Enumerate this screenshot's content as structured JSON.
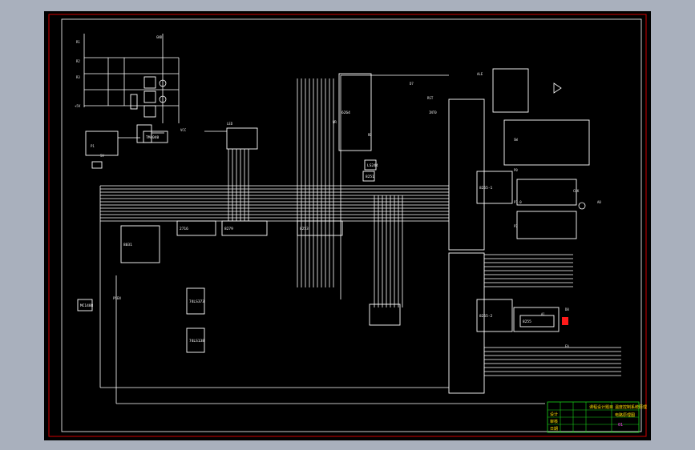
{
  "drawing": {
    "frame_colors": {
      "outer": "#d10000",
      "inner": "#ffffff",
      "background": "#000000",
      "window_bg": "#a9b0bd"
    },
    "accent_colors": {
      "title_text": "#ffe000",
      "title_grid": "#19d419",
      "highlight": "#ff1a1a",
      "magenta": "#ff3df5"
    },
    "chips": [
      {
        "id": "u-8255-1",
        "label": "8255-1"
      },
      {
        "id": "u-8255-2",
        "label": "8255-2"
      },
      {
        "id": "u-8031",
        "label": "8031"
      },
      {
        "id": "u-8279",
        "label": "8279"
      },
      {
        "id": "u-8253",
        "label": "8253"
      },
      {
        "id": "u-2716",
        "label": "2716"
      },
      {
        "id": "u-6264",
        "label": "6264"
      },
      {
        "id": "u-74ls373",
        "label": "74LS373"
      },
      {
        "id": "u-74ls138",
        "label": "74LS138"
      },
      {
        "id": "u-ls244",
        "label": "LS244"
      },
      {
        "id": "u-8251",
        "label": "8251"
      },
      {
        "id": "u-mc1488",
        "label": "MC1488"
      },
      {
        "id": "u-tm4040",
        "label": "TM4040"
      },
      {
        "id": "u-8255-3",
        "label": "8255"
      }
    ],
    "small_labels": [
      "R1",
      "R2",
      "R3",
      "P1",
      "5V",
      "+5V",
      "GND",
      "VCC",
      "LED",
      "SW",
      "P0",
      "P1.0",
      "P2",
      "CLK",
      "A0",
      "A1",
      "D0",
      "D7",
      "RST",
      "INT0",
      "WR",
      "RD",
      "ALE",
      "PSEN",
      "EA"
    ],
    "title_block": {
      "school": "课程设计题目",
      "title": "温度控制系统原理",
      "subtitle": "电路原理图",
      "drawing_no": "01",
      "rows": [
        "设计",
        "审核",
        "日期"
      ]
    }
  }
}
